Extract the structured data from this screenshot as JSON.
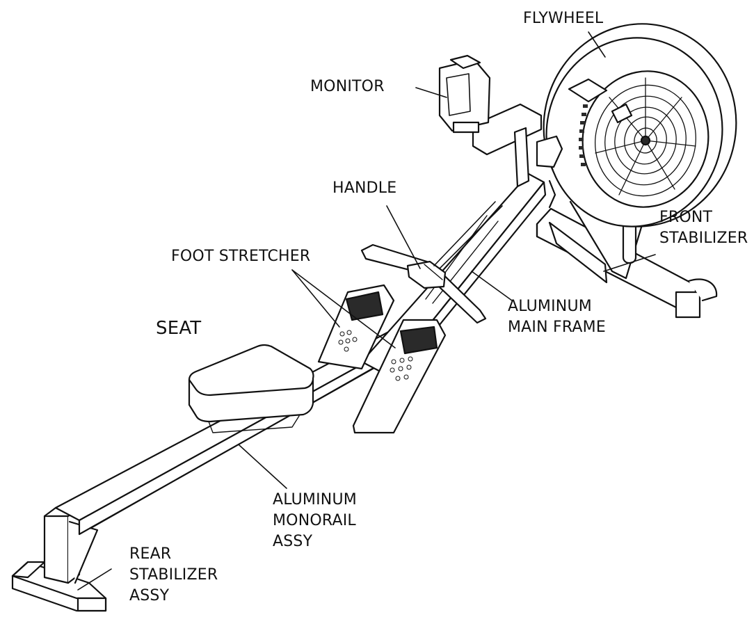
{
  "labels": {
    "flywheel": "FLYWHEEL",
    "monitor": "MONITOR",
    "handle": "HANDLE",
    "front_stabilizer": [
      "FRONT",
      "STABILIZER"
    ],
    "foot_stretcher": "FOOT STRETCHER",
    "seat": "SEAT",
    "aluminum_main_frame": [
      "ALUMINUM",
      "MAIN FRAME"
    ],
    "aluminum_monorail_assy": [
      "ALUMINUM",
      "MONORAIL",
      "ASSY"
    ],
    "rear_stabilizer_assy": [
      "REAR",
      "STABILIZER",
      "ASSY"
    ]
  },
  "colors": {
    "ink": "#111111",
    "background": "#ffffff",
    "part_fill": "#ffffff",
    "detail_fill": "#2a2a2a"
  }
}
